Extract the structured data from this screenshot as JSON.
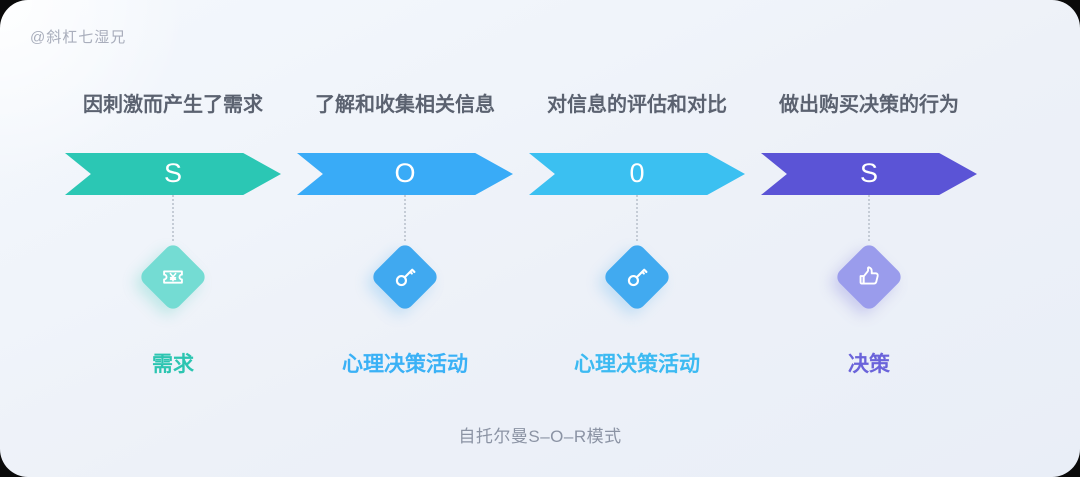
{
  "watermark": "@斜杠七湿兄",
  "caption": "自托尔曼S–O–R模式",
  "columns": [
    {
      "header": "因刺激而产生了需求",
      "letter": "S",
      "icon": "ticket-yen-icon",
      "label": "需求",
      "banner_color": "#2bc7b4",
      "diamond_color": "#74dcd3",
      "label_color": "#2cc5b1"
    },
    {
      "header": "了解和收集相关信息",
      "letter": "O",
      "icon": "key-icon",
      "label": "心理决策活动",
      "banner_color": "#39abf7",
      "diamond_color": "#40a9f0",
      "label_color": "#3ab1f6"
    },
    {
      "header": "对信息的评估和对比",
      "letter": "0",
      "icon": "key-icon",
      "label": "心理决策活动",
      "banner_color": "#3bc0f1",
      "diamond_color": "#41aaf0",
      "label_color": "#3cbaf2"
    },
    {
      "header": "做出购买决策的行为",
      "letter": "S",
      "icon": "thumbs-up-icon",
      "label": "决策",
      "banner_color": "#5b54d6",
      "diamond_color": "#9a9cec",
      "label_color": "#6a63da"
    }
  ],
  "colors": {
    "panel_background": "#edf1f8",
    "header_text": "#5b6270",
    "watermark_text": "#a9aebc",
    "caption_text": "#8b93a4",
    "connector": "#c5ccd6"
  }
}
